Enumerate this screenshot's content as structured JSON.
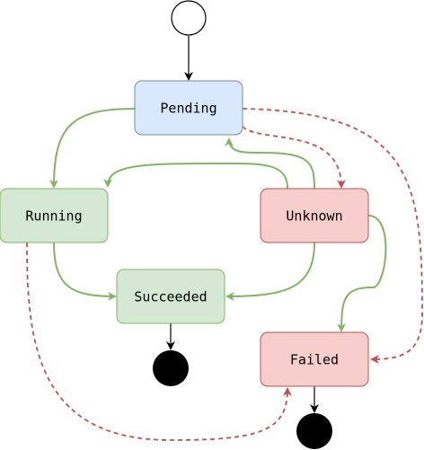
{
  "states": {
    "pending": {
      "label": "Pending",
      "fill": "#dae8fc",
      "stroke": "#6c8ebf"
    },
    "running": {
      "label": "Running",
      "fill": "#d5e8d4",
      "stroke": "#82b366"
    },
    "unknown": {
      "label": "Unknown",
      "fill": "#f8cecc",
      "stroke": "#b85450"
    },
    "succeeded": {
      "label": "Succeeded",
      "fill": "#d5e8d4",
      "stroke": "#82b366"
    },
    "failed": {
      "label": "Failed",
      "fill": "#f8cecc",
      "stroke": "#b85450"
    }
  },
  "transitions": [
    {
      "from": "start",
      "to": "pending",
      "style": "solid-black"
    },
    {
      "from": "pending",
      "to": "running",
      "style": "solid-green"
    },
    {
      "from": "pending",
      "to": "unknown",
      "style": "dashed-red"
    },
    {
      "from": "pending",
      "to": "failed",
      "style": "dashed-red"
    },
    {
      "from": "unknown",
      "to": "pending",
      "style": "solid-green"
    },
    {
      "from": "unknown",
      "to": "running",
      "style": "solid-green"
    },
    {
      "from": "unknown",
      "to": "succeeded",
      "style": "solid-green"
    },
    {
      "from": "unknown",
      "to": "failed",
      "style": "solid-green"
    },
    {
      "from": "running",
      "to": "succeeded",
      "style": "solid-green"
    },
    {
      "from": "running",
      "to": "failed",
      "style": "dashed-red"
    },
    {
      "from": "succeeded",
      "to": "end",
      "style": "solid-black"
    },
    {
      "from": "failed",
      "to": "end",
      "style": "solid-black"
    }
  ],
  "colors": {
    "green_edge": "#82b366",
    "red_edge": "#b85450",
    "black_edge": "#000000"
  }
}
